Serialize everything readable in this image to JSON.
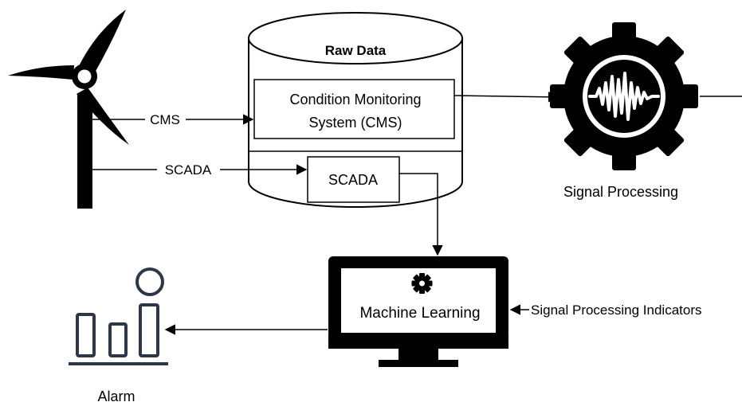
{
  "database": {
    "title": "Raw Data"
  },
  "nodes": {
    "cms_box": {
      "line1": "Condition Monitoring",
      "line2": "System (CMS)"
    },
    "scada_box": {
      "label": "SCADA"
    },
    "signal_processing": {
      "label": "Signal Processing"
    },
    "machine_learning": {
      "label": "Machine Learning"
    },
    "alarm": {
      "label": "Alarm"
    }
  },
  "edges": {
    "cms": "CMS",
    "scada": "SCADA",
    "signal_processing_indicators": "Signal Processing Indicators"
  },
  "icons": {
    "turbine": "wind-turbine-icon",
    "gear": "gear-waveform-icon",
    "monitor": "monitor-icon",
    "ml_gear": "gear-icon",
    "alarm": "bar-chart-person-icon"
  },
  "colors": {
    "alarm_icon": "#2d3748",
    "line": "#000000"
  }
}
